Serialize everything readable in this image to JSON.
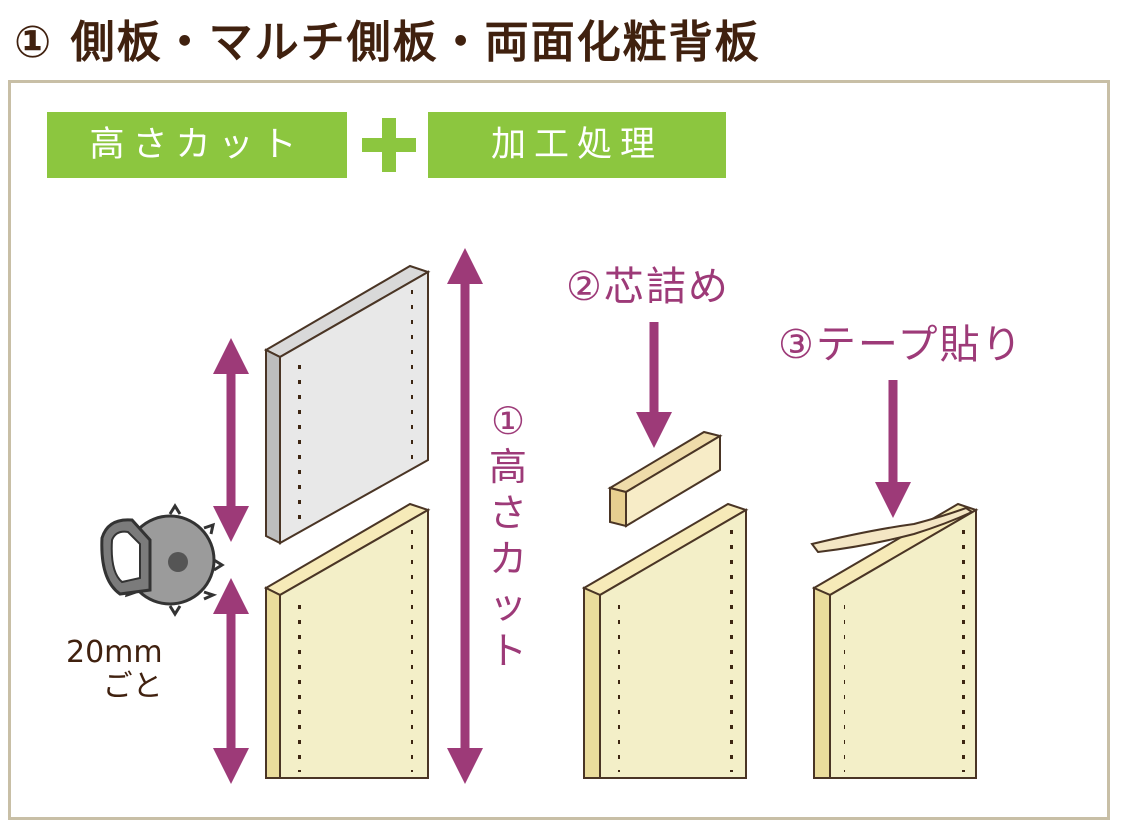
{
  "title": "① 側板・マルチ側板・両面化粧背板",
  "tags": {
    "height_cut": "高さカット",
    "processing": "加工処理"
  },
  "steps": {
    "step1": [
      "①",
      "高",
      "さ",
      "カ",
      "ッ",
      "ト"
    ],
    "step2": "②芯詰め",
    "step3": "③テープ貼り"
  },
  "cut_interval": {
    "amount": "20mm",
    "unit": "ごと"
  },
  "colors": {
    "accent": "#9d3a78",
    "green": "#8cc63f",
    "title": "#40210f",
    "panel": "#f3efc8",
    "frame": "#c8bfa6"
  }
}
